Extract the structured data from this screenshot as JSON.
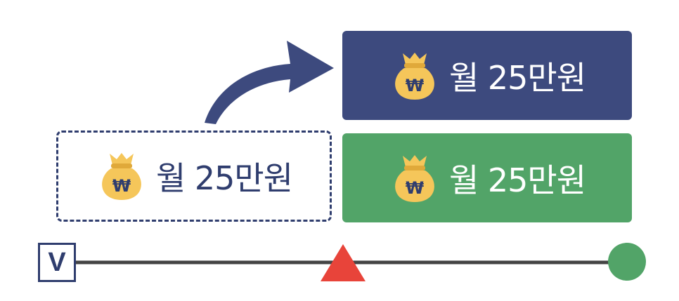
{
  "boxes": {
    "before": {
      "label": "월 25만원"
    },
    "after_top": {
      "label": "월 25만원"
    },
    "after_bottom": {
      "label": "월 25만원"
    }
  },
  "timeline": {
    "start_label": "V"
  },
  "icons": {
    "bag": "money-bag-icon",
    "currency": "₩"
  },
  "colors": {
    "navy": "#3d4a7e",
    "green": "#52a468",
    "red": "#e8443a",
    "bag": "#f5c65a",
    "line": "#444444"
  }
}
